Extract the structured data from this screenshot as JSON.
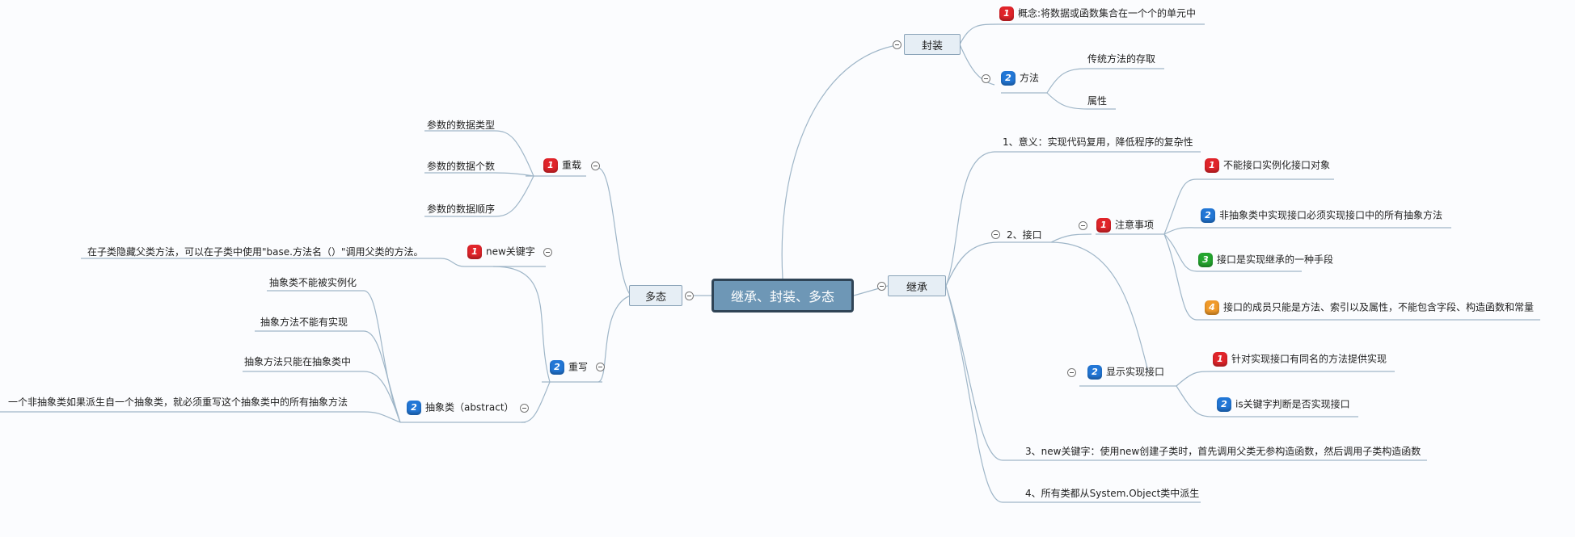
{
  "root": "继承、封装、多态",
  "fengzhuang": {
    "label": "封装",
    "concept": "概念:将数据或函数集合在一个个的单元中",
    "method": "方法",
    "method_items": [
      "传统方法的存取",
      "属性"
    ]
  },
  "jicheng": {
    "label": "继承",
    "meaning": "1、意义：实现代码复用，降低程序的复杂性",
    "interface": "2、接口",
    "notes": "注意事项",
    "note_items": [
      "不能接口实例化接口对象",
      "非抽象类中实现接口必须实现接口中的所有抽象方法",
      "接口是实现继承的一种手段",
      "接口的成员只能是方法、索引以及属性，不能包含字段、构造函数和常量"
    ],
    "explicit": "显示实现接口",
    "explicit_items": [
      "针对实现接口有同名的方法提供实现",
      "is关键字判断是否实现接口"
    ],
    "new_kw": "3、new关键字：使用new创建子类时，首先调用父类无参构造函数，然后调用子类构造函数",
    "object": "4、所有类都从System.Object类中派生"
  },
  "duotai": {
    "label": "多态",
    "overload": "重载",
    "overload_items": [
      "参数的数据类型",
      "参数的数据个数",
      "参数的数据顺序"
    ],
    "new_kw": "new关键字",
    "new_desc": "在子类隐藏父类方法，可以在子类中使用\"base.方法名（）\"调用父类的方法。",
    "override": "重写",
    "abstract": "抽象类（abstract）",
    "abstract_items": [
      "抽象类不能被实例化",
      "抽象方法不能有实现",
      "抽象方法只能在抽象类中",
      "一个非抽象类如果派生自一个抽象类，就必须重写这个抽象类中的所有抽象方法"
    ]
  },
  "badges": {
    "one": "1",
    "two": "2",
    "three": "3",
    "four": "4"
  },
  "colors": {
    "root_fill": "#6e97b6",
    "root_border": "#2f4456",
    "line": "#9fb6c8",
    "red": "#e0242a",
    "blue": "#2277d6",
    "green": "#24a52f",
    "orange": "#f09a2a"
  }
}
